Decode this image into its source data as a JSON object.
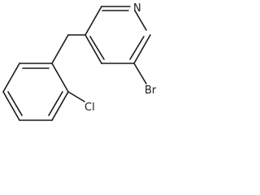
{
  "atoms": {
    "nitrogen": "N",
    "bromine": "Br",
    "chlorine": "Cl"
  }
}
